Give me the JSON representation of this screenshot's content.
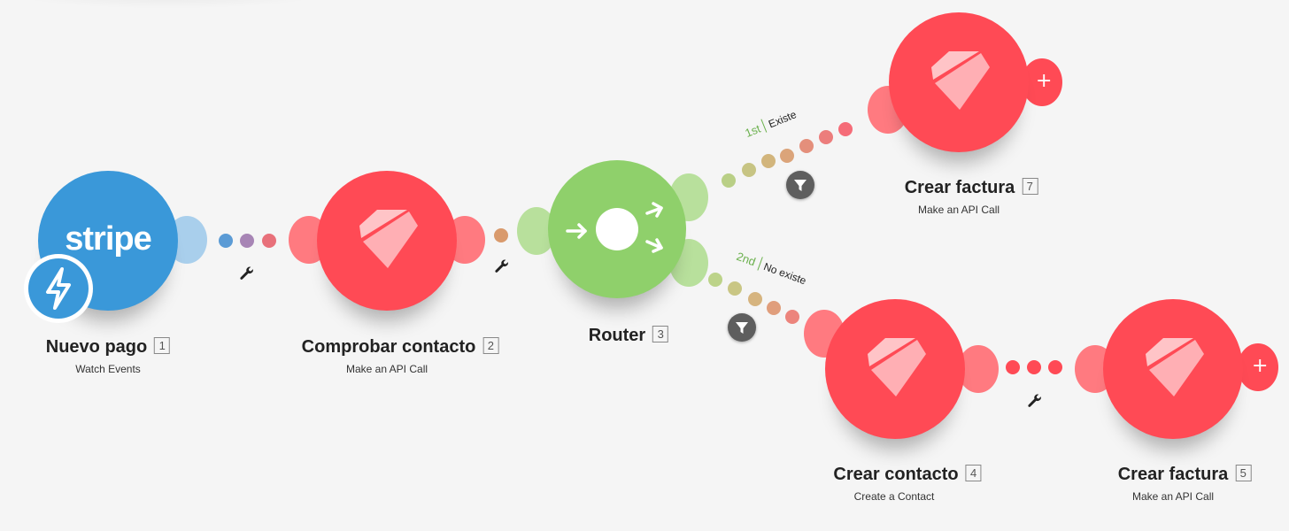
{
  "colors": {
    "canvas": "#f5f5f5",
    "module_red": "#ff4a55",
    "stripe_blue": "#3a98d9",
    "router_green": "#8fd06b",
    "filter_gray": "#5e5e5e",
    "route_green": "#6ab04c"
  },
  "modules": [
    {
      "title": "Nuevo pago",
      "number": "1",
      "subtitle": "Watch Events",
      "app": "stripe",
      "icon": "stripe-logo-icon",
      "logo_text": "stripe"
    },
    {
      "title": "Comprobar contacto",
      "number": "2",
      "subtitle": "Make an API Call",
      "app": "holded",
      "icon": "holded-logo-icon"
    },
    {
      "title": "Router",
      "number": "3",
      "subtitle": "",
      "app": "router",
      "icon": "router-arrows-icon"
    },
    {
      "title": "Crear contacto",
      "number": "4",
      "subtitle": "Create a Contact",
      "app": "holded",
      "icon": "holded-logo-icon"
    },
    {
      "title": "Crear factura",
      "number": "5",
      "subtitle": "Make an API Call",
      "app": "holded",
      "icon": "holded-logo-icon"
    },
    {
      "title": "Crear factura",
      "number": "7",
      "subtitle": "Make an API Call",
      "app": "holded",
      "icon": "holded-logo-icon"
    }
  ],
  "routes": [
    {
      "order": "1st",
      "name": "Existe"
    },
    {
      "order": "2nd",
      "name": "No existe"
    }
  ],
  "icons": [
    "instant-trigger-bolt-icon",
    "wrench-icon",
    "filter-funnel-icon",
    "plus-icon"
  ],
  "add_symbol": "+"
}
